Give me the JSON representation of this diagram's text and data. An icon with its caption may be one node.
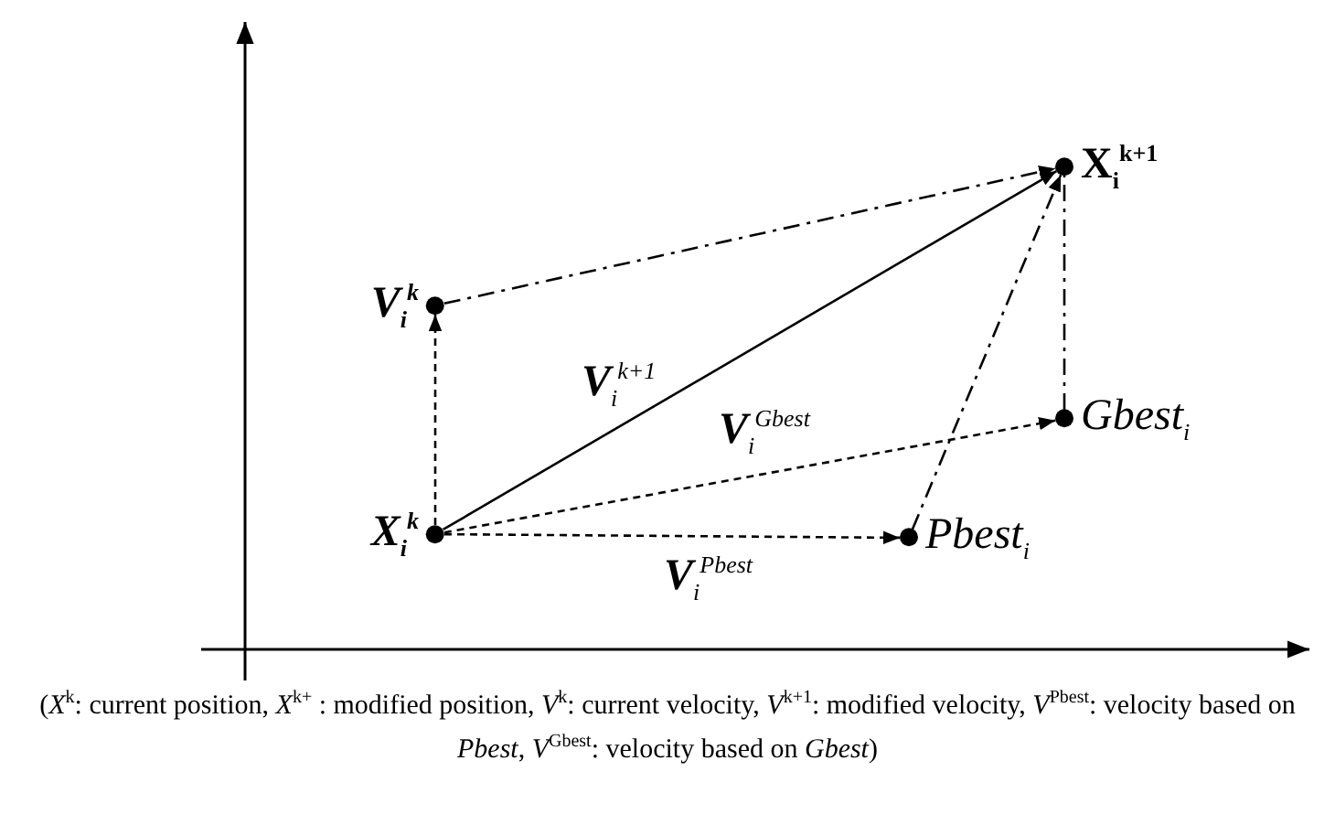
{
  "diagram": {
    "nodes": [
      {
        "text": [
          "X$_{i}$$^{k}$"
        ]
      },
      {
        "text": [
          "V$_{i}$$^{k}$"
        ]
      },
      {
        "text": [
          "X$_{i}$$^{k+1}$"
        ]
      },
      {
        "text": [
          "Gbest$_{i}$"
        ]
      },
      {
        "text": [
          "Pbest$_{i}$"
        ]
      }
    ],
    "edges": [
      {
        "from": 0,
        "to": 1,
        "arrow": "to",
        "style": "dashed"
      },
      {
        "from": 0,
        "to": 2,
        "arrow": "to",
        "label": "V$_{i}$$^{k+1}$"
      },
      {
        "from": 0,
        "to": 3,
        "arrow": "to",
        "style": "dashed",
        "label": "V$_{i}$$^{Gbest}$"
      },
      {
        "from": 0,
        "to": 4,
        "arrow": "to",
        "style": "dashed",
        "label": "V$_{i}$$^{Pbest}$"
      },
      {
        "from": 1,
        "to": 2,
        "arrow": "to",
        "style": "dashed"
      },
      {
        "from": 4,
        "to": 2,
        "arrow": "to",
        "style": "dashed"
      },
      {
        "from": 3,
        "to": 2,
        "arrow": "none",
        "style": "dashed"
      }
    ],
    "caption": "(*X*$^{k}$: current position, *X*$^{k+}$ : modified position, *V*$^{k}$: current velocity, *V*$^{k+1}$: modified velocity, *V*$^{Pbest}$: velocity based on *Pbest*, *V*$^{Gbest}$: velocity based on *Gbest*)"
  }
}
